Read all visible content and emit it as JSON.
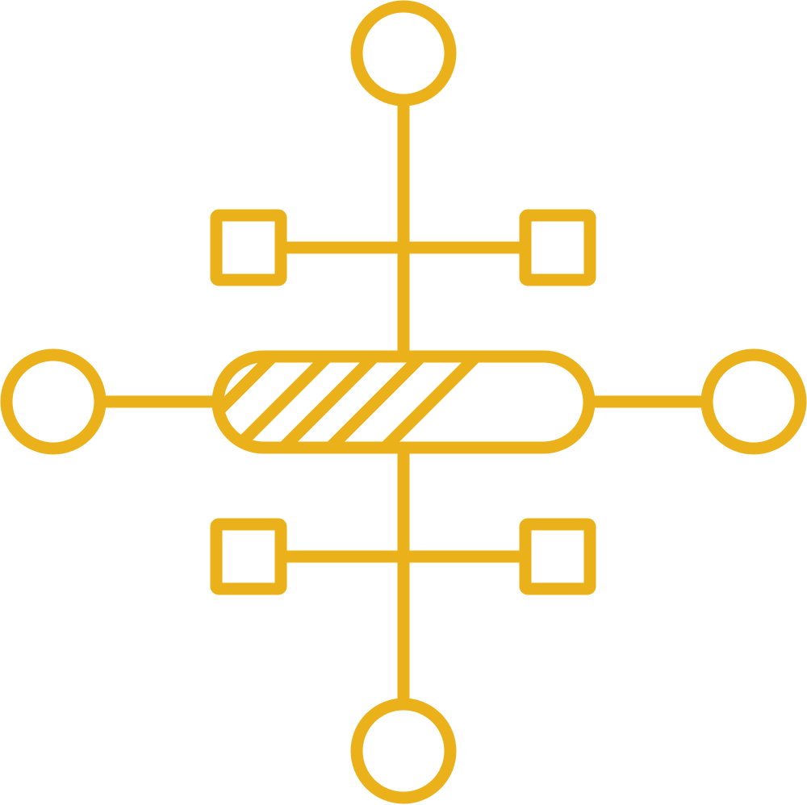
{
  "colors": {
    "stroke": "#EBB11A",
    "background": "#FFFFFF"
  },
  "diagram": {
    "kind": "network-hub-icon",
    "hub": {
      "shape": "rounded-bar",
      "fill_pattern": "diagonal-hatch",
      "hatched_portion": 0.5
    },
    "nodes": [
      {
        "id": "top",
        "shape": "circle"
      },
      {
        "id": "bottom",
        "shape": "circle"
      },
      {
        "id": "left",
        "shape": "circle"
      },
      {
        "id": "right",
        "shape": "circle"
      },
      {
        "id": "upper-left",
        "shape": "square"
      },
      {
        "id": "upper-right",
        "shape": "square"
      },
      {
        "id": "lower-left",
        "shape": "square"
      },
      {
        "id": "lower-right",
        "shape": "square"
      }
    ]
  }
}
